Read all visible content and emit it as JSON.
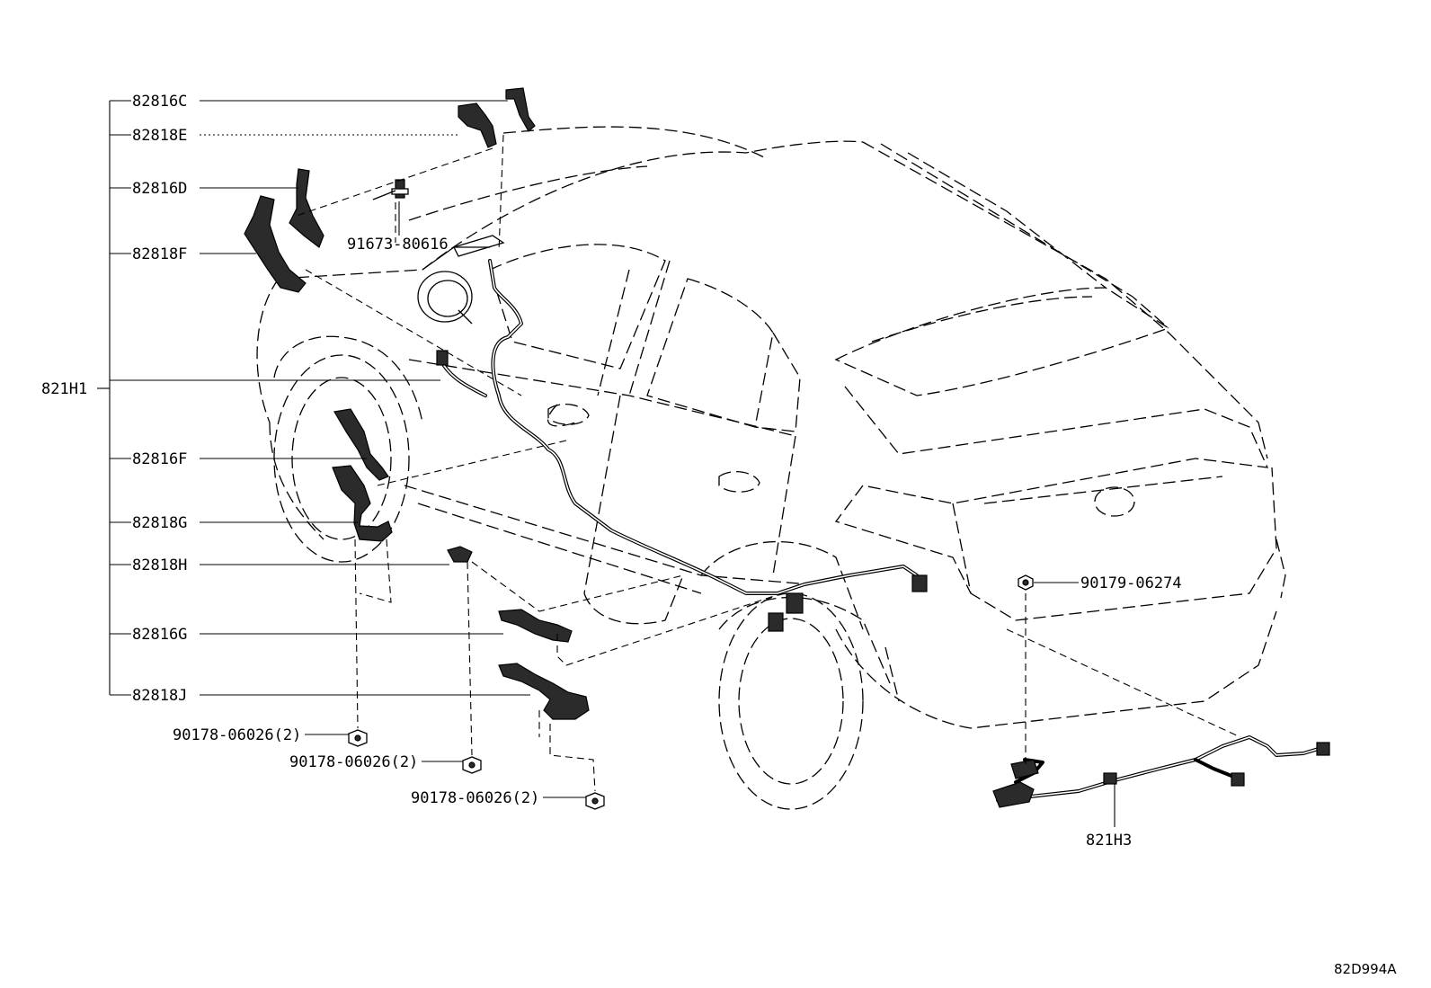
{
  "diagram": {
    "drawing_number": "82D994A",
    "assembly_label": "821H1",
    "rear_harness_label": "821H3",
    "callouts": [
      "82816C",
      "82818E",
      "82816D",
      "82818F",
      "82816F",
      "82818G",
      "82818H",
      "82816G",
      "82818J"
    ],
    "fasteners": {
      "bolt": "91673-80616",
      "clip_rear": "90179-06274",
      "nut_1": "90178-06026(2)",
      "nut_2": "90178-06026(2)",
      "nut_3": "90178-06026(2)"
    }
  }
}
